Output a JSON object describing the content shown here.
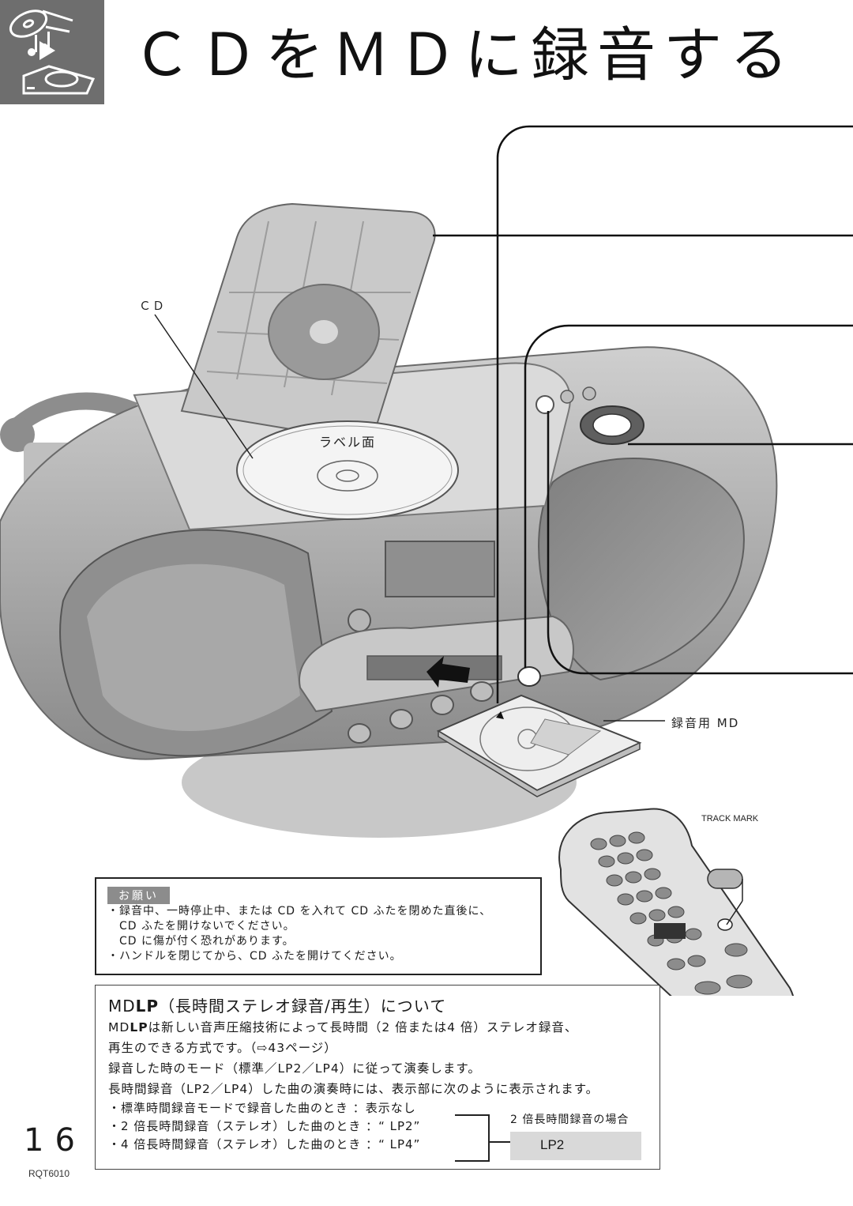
{
  "header": {
    "title": "ＣＤをＭＤに録音する",
    "icon": "cd-to-md-record-icon"
  },
  "illustration": {
    "label_cd": "ＣＤ",
    "label_label_side": "ラベル面",
    "label_rec_md": "録音用 MD",
    "label_track_mark": "TRACK MARK",
    "colors": {
      "body": "#9a9a9a",
      "body_light": "#d4d4d4",
      "body_dark": "#6d6d6d",
      "disc": "#f4f4f4"
    }
  },
  "notice": {
    "tag": "お願い",
    "lines": [
      "・録音中、一時停止中、または CD を入れて CD ふたを閉めた直後に、",
      "　CD ふたを開けないでください。",
      "　CD に傷が付く恐れがあります。",
      "・ハンドルを閉じてから、CD ふたを開けてください。"
    ]
  },
  "mdlp": {
    "brand_md": "MD",
    "brand_lp": "LP",
    "title_rest": "（長時間ステレオ録音/再生）について",
    "para1_rest": "は新しい音声圧縮技術によって長時間（2 倍または4 倍）ステレオ録音、",
    "para2": "再生のできる方式です。（⇨43ページ）",
    "para3": "録音した時のモード（標準／LP2／LP4）に従って演奏します。",
    "para4": "長時間録音（LP2／LP4）した曲の演奏時には、表示部に次のように表示されます。",
    "list": [
      {
        "text": "・標準時間録音モードで録音した曲のとき",
        "value": "：表示なし"
      },
      {
        "text": "・2 倍長時間録音（ステレオ）した曲のとき",
        "value": "：“ LP2”"
      },
      {
        "text": "・4 倍長時間録音（ステレオ）した曲のとき",
        "value": "：“ LP4”"
      }
    ],
    "lp2_caption": "2 倍長時間録音の場合",
    "lp2_display": "LP2"
  },
  "footer": {
    "page_number": "16",
    "doc_code": "RQT6010"
  }
}
